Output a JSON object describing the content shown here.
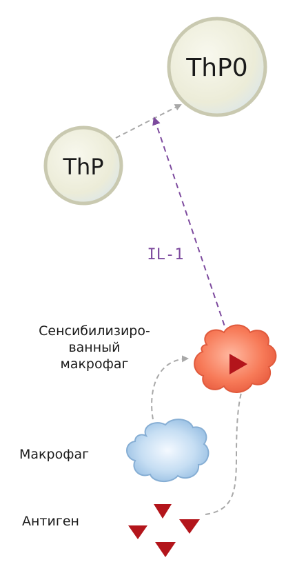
{
  "cells": {
    "thp0": {
      "label": "ThP0"
    },
    "thp": {
      "label": "ThP"
    }
  },
  "signal": {
    "label": "IL-1",
    "color": "#7d4a9e"
  },
  "labels": {
    "sensitized_line1": "Сенсибилизиро-",
    "sensitized_line2": "ванный",
    "sensitized_line3": "макрофаг",
    "macrophage": "Макрофаг",
    "antigen": "Антиген"
  },
  "colors": {
    "cell_fill": "#eeeedd",
    "cell_border": "#c9c9b0",
    "sensitized_fill": "#f26a4a",
    "macrophage_fill": "#b5d4ef",
    "antigen_fill": "#b3151b",
    "arrow_gray": "#a8a8a8"
  }
}
